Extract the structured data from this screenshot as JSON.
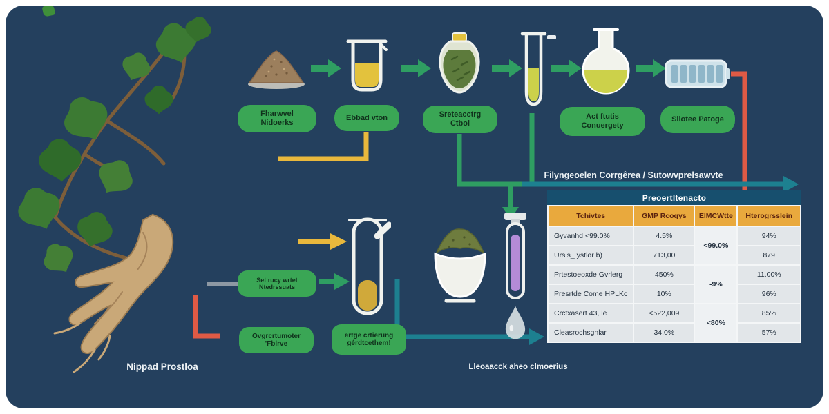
{
  "colors": {
    "background": "#24405e",
    "pill_green": "#3aa655",
    "arrow_green": "#2f9e62",
    "accent_yellow": "#e9b83c",
    "accent_red": "#df5a45",
    "accent_teal": "#1d8090",
    "table_header_orange": "#e9a93d",
    "table_title_navy": "#174f6e"
  },
  "pills": {
    "step1": "Fharwvel Nidoerks",
    "step2": "Ebbad vton",
    "step3": "Sreteacctrg Ctbol",
    "step4": "Act ftutis Conuergety",
    "step5": "Silotee Patoge",
    "mid": "Set rucy wrtet Ntedrssuats",
    "bottom1": "Ovgrcrtumoter 'Fblrve",
    "bottom2": "ertge crtierung gérdtcethem!"
  },
  "captions": {
    "flow_header": "Filyngeoelen Corrgêrea   /   Sutowvprelsawvte",
    "bottom_left": "Nippad Prostloa",
    "bottom_mid": "Lleoaacck aheo clmoerius"
  },
  "icons": [
    "powder-pile",
    "beaker",
    "herb-jar",
    "test-tube",
    "round-flask",
    "filter-cartridge",
    "extraction-vial",
    "powder-flask",
    "purple-tube",
    "droplet"
  ],
  "table": {
    "title": "Preoertltenacto",
    "headers": [
      "Tchivtes",
      "GMP Rcoqys",
      "ElMCWtte",
      "Hterogrsslein"
    ],
    "rows": [
      {
        "c0": "Gyvanhd <99.0%",
        "c1": "4.5%",
        "merged": "<99.0%",
        "c3": "94%"
      },
      {
        "c0": "Ursls_ ystlor b)",
        "c1": "713,00",
        "c3": "879"
      },
      {
        "c0": "Prtestoeoxde Gvrlerg",
        "c1": "450%",
        "merged": "-9%",
        "c3": "11.00%"
      },
      {
        "c0": "Presrtde Come HPLKc",
        "c1": "10%",
        "c3": "96%"
      },
      {
        "c0": "Crctxasert 43, le",
        "c1": "<522,009",
        "merged": "<80%",
        "c3": "85%"
      },
      {
        "c0": "Cleasrochsgnlar",
        "c1": "34.0%",
        "c3": "57%"
      }
    ]
  }
}
